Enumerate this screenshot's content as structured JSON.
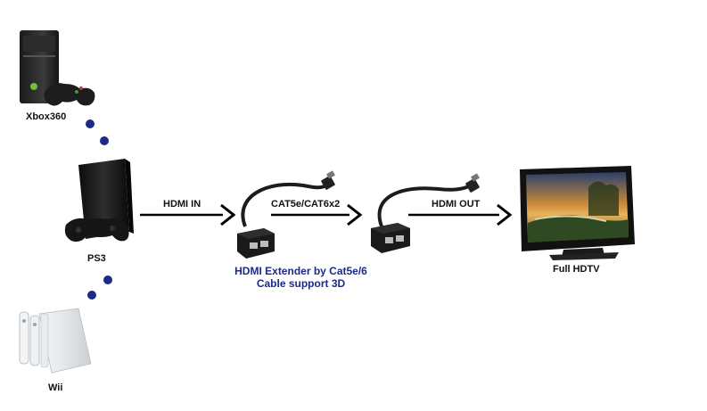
{
  "devices": {
    "xbox": {
      "label": "Xbox360"
    },
    "ps3": {
      "label": "PS3"
    },
    "wii": {
      "label": "Wii"
    },
    "tv": {
      "label": "Full HDTV"
    }
  },
  "connections": {
    "hdmi_in": "HDMI IN",
    "cable": "CAT5e/CAT6x2",
    "hdmi_out": "HDMI OUT"
  },
  "product": {
    "caption_line1": "HDMI Extender by Cat5e/6",
    "caption_line2": "Cable support 3D"
  },
  "colors": {
    "dot": "#1e2a8a",
    "caption": "#1e2a8a",
    "arrow": "#000000"
  }
}
